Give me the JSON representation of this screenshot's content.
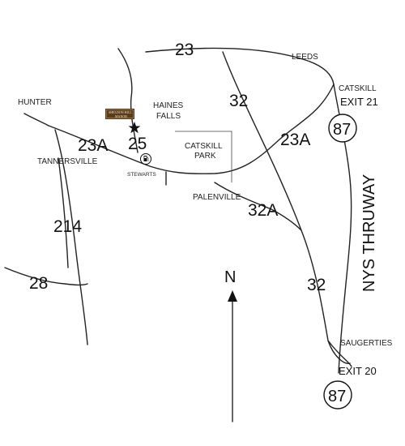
{
  "routes": {
    "r23": "23",
    "r23a_west": "23A",
    "r23a_east": "23A",
    "r25": "25",
    "r32_north": "32",
    "r32_south": "32",
    "r32a": "32A",
    "r214": "214",
    "r28": "28",
    "i87_north": "87",
    "i87_south": "87"
  },
  "places": {
    "leeds": "LEEDS",
    "catskill": "CATSKILL",
    "hunter": "HUNTER",
    "haines_falls_line1": "HAINES",
    "haines_falls_line2": "FALLS",
    "tannersville": "TANNERSVILLE",
    "catskill_park_line1": "CATSKILL",
    "catskill_park_line2": "PARK",
    "stewarts": "STEWARTS",
    "palenville": "PALENVILLE",
    "saugerties": "SAUGERTIES"
  },
  "exits": {
    "exit21": "EXIT 21",
    "exit20": "EXIT 20"
  },
  "thruway": "NYS THRUWAY",
  "north": "N",
  "logo": {
    "line1": "SHELDON HILL",
    "line2": "MANOR"
  },
  "icons": {
    "destination": "star-icon",
    "gas": "gas-pump-icon",
    "logo": "manor-logo-icon"
  },
  "colors": {
    "ink": "#222222",
    "logo_bg": "#5a3b1c"
  }
}
